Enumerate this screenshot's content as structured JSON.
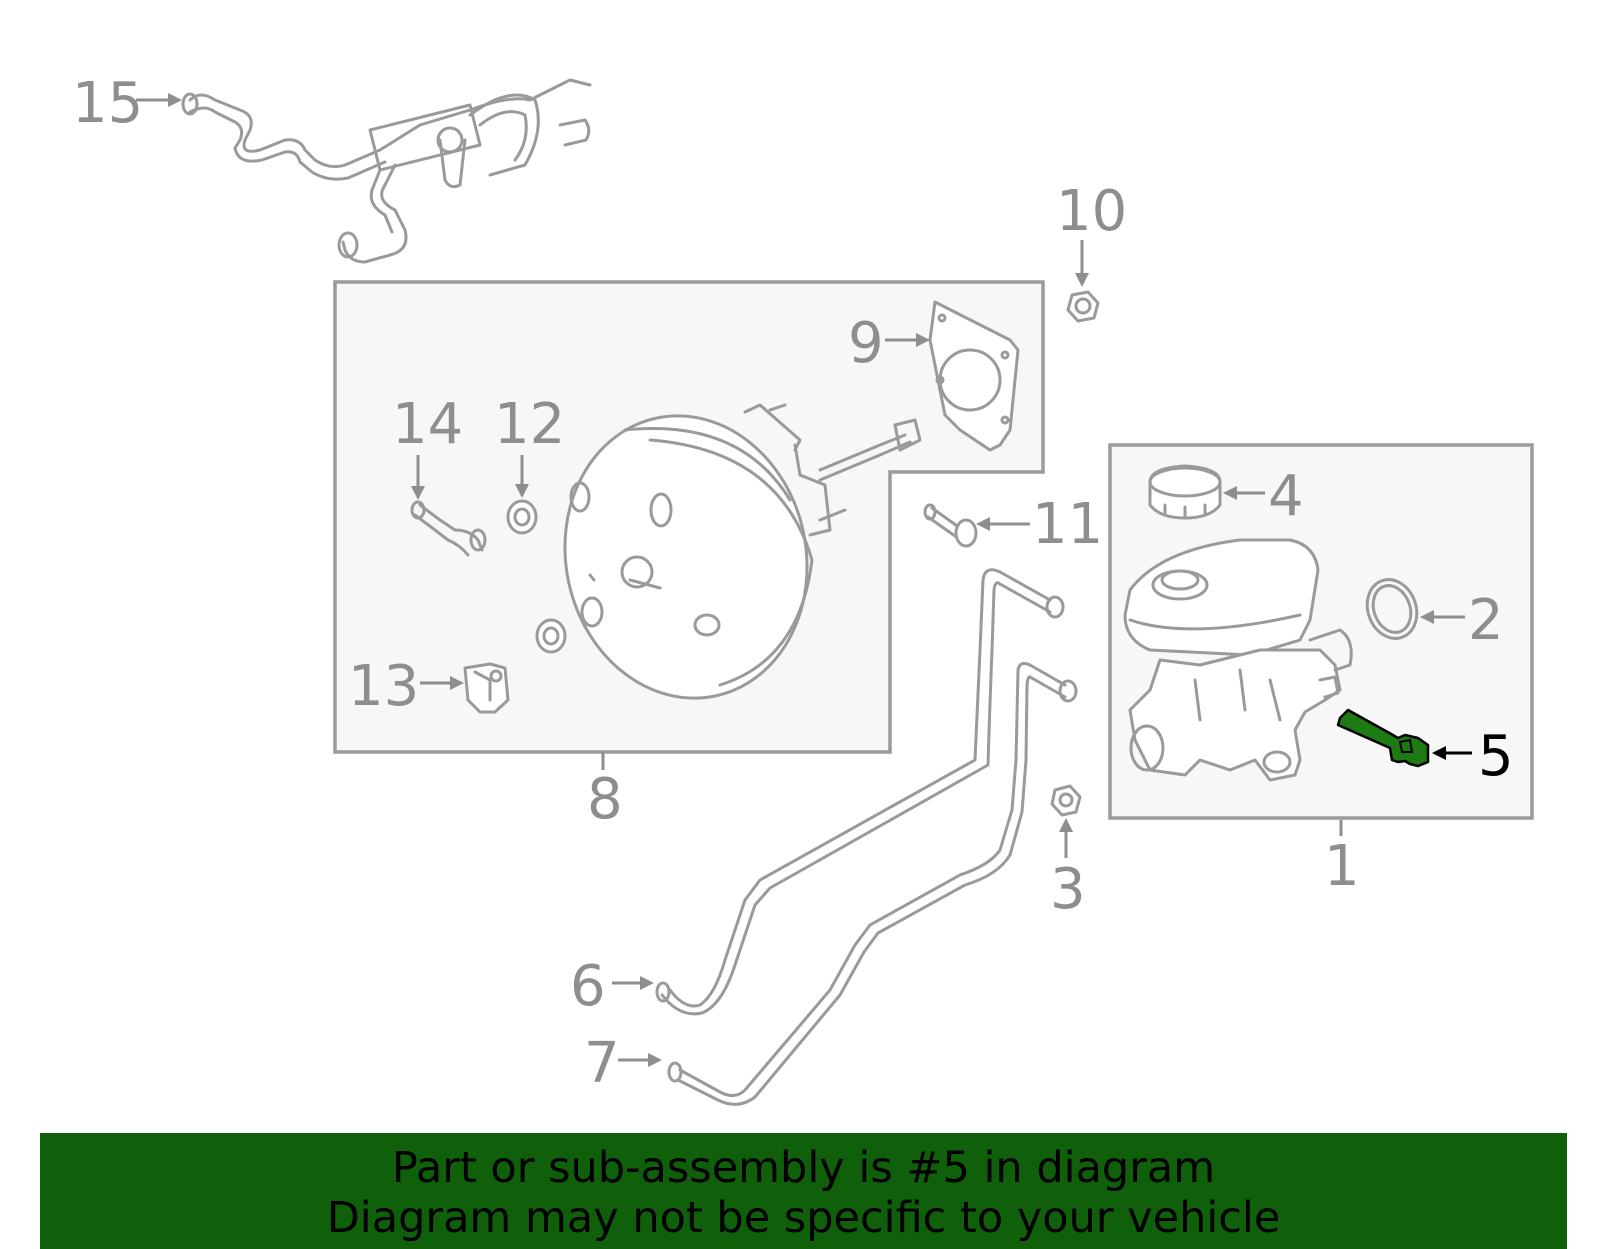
{
  "banner": {
    "line1": "Part or sub-assembly is #5 in diagram",
    "line2": "Diagram may not be specific to your vehicle",
    "color": "#0f5f0b"
  },
  "highlight": {
    "part_number": "5",
    "color": "#1e7a12"
  },
  "callouts": [
    {
      "id": "c15",
      "label": "15"
    },
    {
      "id": "c10",
      "label": "10"
    },
    {
      "id": "c9",
      "label": "9"
    },
    {
      "id": "c14",
      "label": "14"
    },
    {
      "id": "c12",
      "label": "12"
    },
    {
      "id": "c11",
      "label": "11"
    },
    {
      "id": "c4",
      "label": "4"
    },
    {
      "id": "c2",
      "label": "2"
    },
    {
      "id": "c13",
      "label": "13"
    },
    {
      "id": "c5",
      "label": "5"
    },
    {
      "id": "c8",
      "label": "8"
    },
    {
      "id": "c3",
      "label": "3"
    },
    {
      "id": "c1",
      "label": "1"
    },
    {
      "id": "c6",
      "label": "6"
    },
    {
      "id": "c7",
      "label": "7"
    }
  ]
}
